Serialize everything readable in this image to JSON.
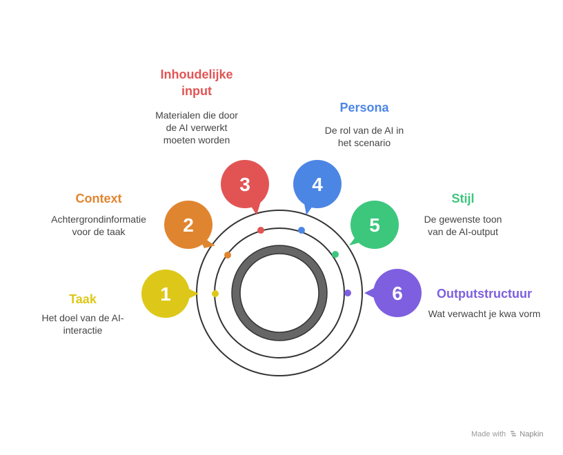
{
  "steps": [
    {
      "number": "1",
      "title": "Taak",
      "description_lines": [
        "Het doel van de AI-",
        "interactie"
      ],
      "color": "#DDC81A"
    },
    {
      "number": "2",
      "title": "Context",
      "description_lines": [
        "Achtergrondinformatie",
        "voor de taak"
      ],
      "color": "#E0852F"
    },
    {
      "number": "3",
      "title_lines": [
        "Inhoudelijke",
        "input"
      ],
      "description_lines": [
        "Materialen die door",
        "de AI verwerkt",
        "moeten worden"
      ],
      "color": "#E25454"
    },
    {
      "number": "4",
      "title": "Persona",
      "description_lines": [
        "De rol van de AI in",
        "het scenario"
      ],
      "color": "#4C86E4"
    },
    {
      "number": "5",
      "title": "Stijl",
      "description_lines": [
        "De gewenste toon",
        "van de AI-output"
      ],
      "color": "#3CC77D"
    },
    {
      "number": "6",
      "title": "Outputstructuur",
      "description_lines": [
        "Wat verwacht je kwa vorm"
      ],
      "color": "#7D5FE0"
    }
  ],
  "watermark": {
    "prefix": "Made with",
    "brand": "Napkin",
    "icon": "napkin-logo-icon"
  },
  "colors": {
    "ring": "#333333",
    "core": "#666666"
  }
}
